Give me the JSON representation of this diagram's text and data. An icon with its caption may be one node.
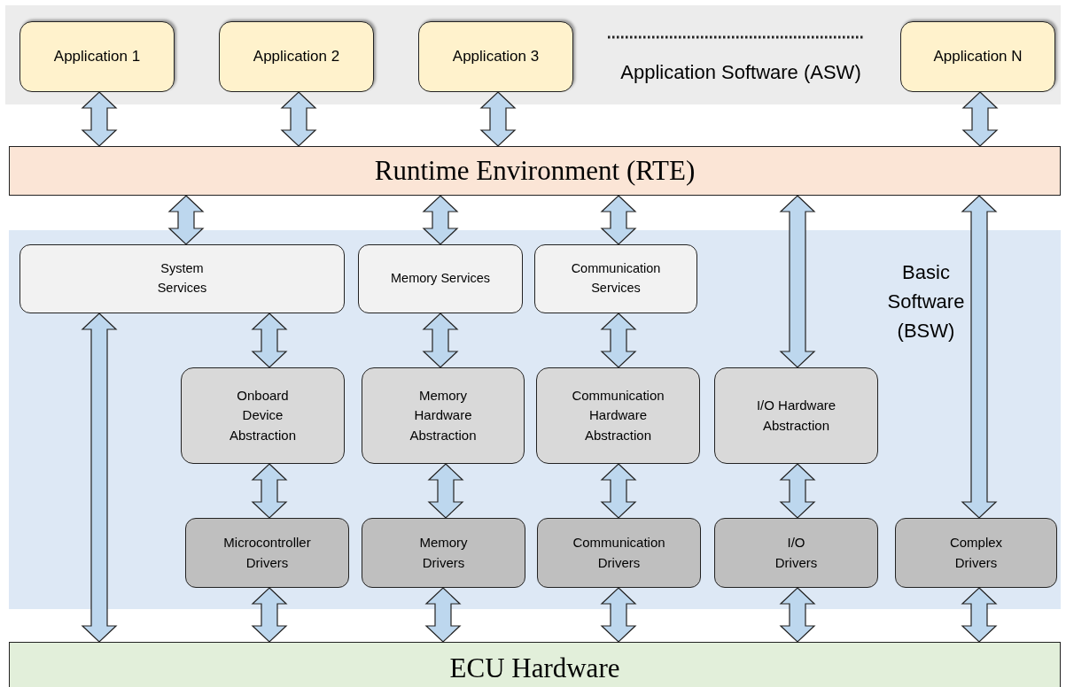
{
  "diagram": {
    "nodes": [
      {
        "text": [
          "Application Software (ASW)"
        ]
      },
      {
        "text": [
          "Application 1"
        ],
        "in": 0
      },
      {
        "text": [
          "Application 2"
        ],
        "in": 0
      },
      {
        "text": [
          "Application 3"
        ],
        "in": 0
      },
      {
        "text": [
          "Application N"
        ],
        "in": 0
      },
      {
        "text": [
          "Runtime Environment (RTE)"
        ]
      },
      {
        "text": [
          "Basic Software (BSW)"
        ]
      },
      {
        "text": [
          "System Services"
        ],
        "in": 6
      },
      {
        "text": [
          "Memory Services"
        ],
        "in": 6
      },
      {
        "text": [
          "Communication Services"
        ],
        "in": 6
      },
      {
        "text": [
          "Onboard Device Abstraction"
        ],
        "in": 6
      },
      {
        "text": [
          "Memory Hardware Abstraction"
        ],
        "in": 6
      },
      {
        "text": [
          "Communication Hardware Abstraction"
        ],
        "in": 6
      },
      {
        "text": [
          "I/O Hardware Abstraction"
        ],
        "in": 6
      },
      {
        "text": [
          "Microcontroller Drivers"
        ],
        "in": 6
      },
      {
        "text": [
          "Memory Drivers"
        ],
        "in": 6
      },
      {
        "text": [
          "Communication Drivers"
        ],
        "in": 6
      },
      {
        "text": [
          "I/O Drivers"
        ],
        "in": 6
      },
      {
        "text": [
          "Complex Drivers"
        ],
        "in": 6
      },
      {
        "text": [
          "ECU Hardware"
        ]
      }
    ],
    "edges": [
      {
        "from": 1,
        "to": 5,
        "arrow": "both"
      },
      {
        "from": 2,
        "to": 5,
        "arrow": "both"
      },
      {
        "from": 3,
        "to": 5,
        "arrow": "both"
      },
      {
        "from": 4,
        "to": 5,
        "arrow": "both"
      },
      {
        "from": 5,
        "to": 7,
        "arrow": "both"
      },
      {
        "from": 5,
        "to": 8,
        "arrow": "both"
      },
      {
        "from": 5,
        "to": 9,
        "arrow": "both"
      },
      {
        "from": 5,
        "to": 13,
        "arrow": "both"
      },
      {
        "from": 5,
        "to": 18,
        "arrow": "both"
      },
      {
        "from": 7,
        "to": 19,
        "arrow": "both"
      },
      {
        "from": 7,
        "to": 10,
        "arrow": "both"
      },
      {
        "from": 8,
        "to": 11,
        "arrow": "both"
      },
      {
        "from": 9,
        "to": 12,
        "arrow": "both"
      },
      {
        "from": 10,
        "to": 14,
        "arrow": "both"
      },
      {
        "from": 11,
        "to": 15,
        "arrow": "both"
      },
      {
        "from": 12,
        "to": 16,
        "arrow": "both"
      },
      {
        "from": 13,
        "to": 17,
        "arrow": "both"
      },
      {
        "from": 14,
        "to": 19,
        "arrow": "both"
      },
      {
        "from": 15,
        "to": 19,
        "arrow": "both"
      },
      {
        "from": 16,
        "to": 19,
        "arrow": "both"
      },
      {
        "from": 17,
        "to": 19,
        "arrow": "both"
      },
      {
        "from": 18,
        "to": 19,
        "arrow": "both"
      }
    ]
  }
}
